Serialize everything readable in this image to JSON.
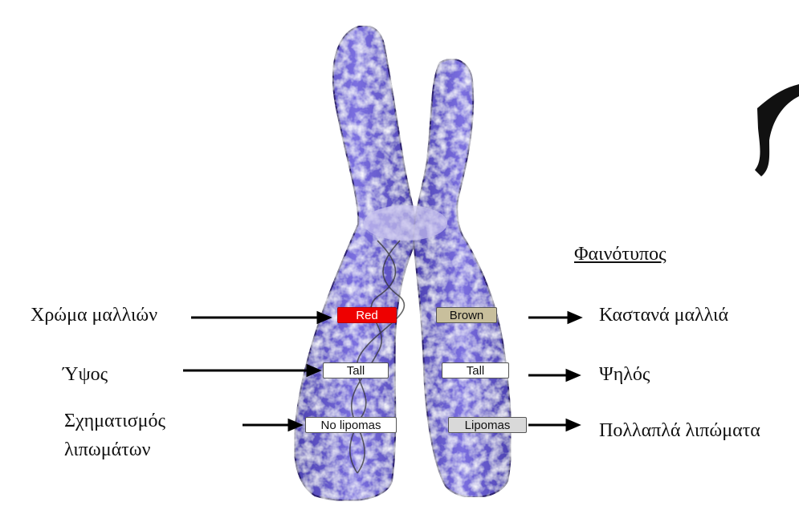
{
  "diagram": {
    "phenotype_heading": "Φαινότυπος",
    "traits_left": [
      {
        "label": "Χρώμα μαλλιών"
      },
      {
        "label": "Ύψος"
      },
      {
        "label_line1": "Σχηματισμός",
        "label_line2": "λιπωμάτων"
      }
    ],
    "alleles_left": [
      {
        "text": "Red",
        "color": "#ee0000",
        "text_color": "#ffffff"
      },
      {
        "text": "Tall",
        "color": "#ffffff",
        "text_color": "#111111"
      },
      {
        "text": "No lipomas",
        "color": "#ffffff",
        "text_color": "#111111"
      }
    ],
    "alleles_right": [
      {
        "text": "Brown",
        "color": "#c8bf9c",
        "text_color": "#111111"
      },
      {
        "text": "Tall",
        "color": "#ffffff",
        "text_color": "#111111"
      },
      {
        "text": "Lipomas",
        "color": "#d9d9d9",
        "text_color": "#111111"
      }
    ],
    "phenotypes_right": [
      {
        "label": "Καστανά μαλλιά"
      },
      {
        "label": "Ψηλός"
      },
      {
        "label": "Πολλαπλά λιπώματα"
      }
    ],
    "chromosome_color": "#6a5acd"
  }
}
